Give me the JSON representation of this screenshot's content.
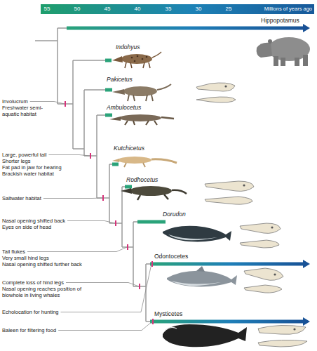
{
  "diagram": {
    "nodes": [
      {
        "text": [
          "55",
          "50",
          "45",
          "40",
          "35",
          "30",
          "25",
          "Millions of years ago"
        ]
      }
    ],
    "labels": [
      "Hippopotamus",
      "Indohyus",
      "Pakicetus",
      "Ambulocetus",
      "Kutchicetus",
      "Rodhocetus",
      "Dorudon",
      "Odontocetes",
      "Mysticetes",
      "Involucrum",
      "Freshwater semi-aquatic habitat",
      "Large, powerful tail",
      "Shorter legs",
      "Fat pad in jaw for hearing",
      "Brackish water habitat",
      "Saltwater habitat",
      "Nasal opening shifted back",
      "Eyes on side of head",
      "Tail flukes",
      "Very small hind legs",
      "Nasal opening shifted further back",
      "Complete loss of hind legs",
      "Nasal opening reaches position of blowhole in living whales",
      "Echolocation for hunting",
      "Baleen for filtering food"
    ]
  }
}
